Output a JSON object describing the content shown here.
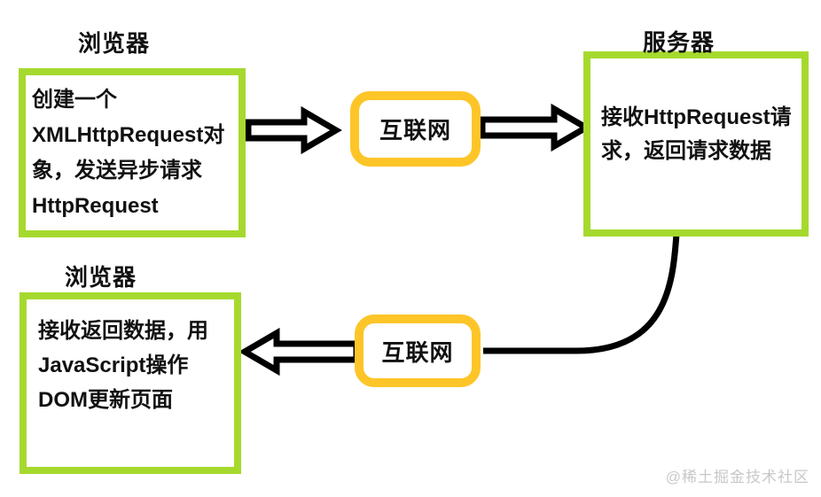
{
  "diagram": {
    "nodes": {
      "browser_top": {
        "label": "浏览器",
        "lines": [
          "创建一个",
          "XMLHttpRequest对",
          "象，发送异步请求",
          "HttpRequest"
        ]
      },
      "internet_top": {
        "label": "互联网"
      },
      "server": {
        "label": "服务器",
        "lines": [
          "接收HttpRequest请",
          "求，返回请求数据"
        ]
      },
      "internet_bottom": {
        "label": "互联网"
      },
      "browser_bottom": {
        "label": "浏览器",
        "lines": [
          "接收返回数据，用",
          "JavaScript操作",
          "DOM更新页面"
        ]
      }
    },
    "connections": [
      "browser_top -> internet_top",
      "internet_top -> server",
      "server -> internet_bottom",
      "internet_bottom -> browser_bottom"
    ]
  },
  "watermark": "@稀土掘金技术社区",
  "colors": {
    "box_border_green": "#a6d92e",
    "internet_border_yellow": "#fdc528",
    "line_black": "#000000",
    "text_black": "#111111",
    "watermark_gray": "#c8c8c8",
    "background": "#ffffff"
  }
}
